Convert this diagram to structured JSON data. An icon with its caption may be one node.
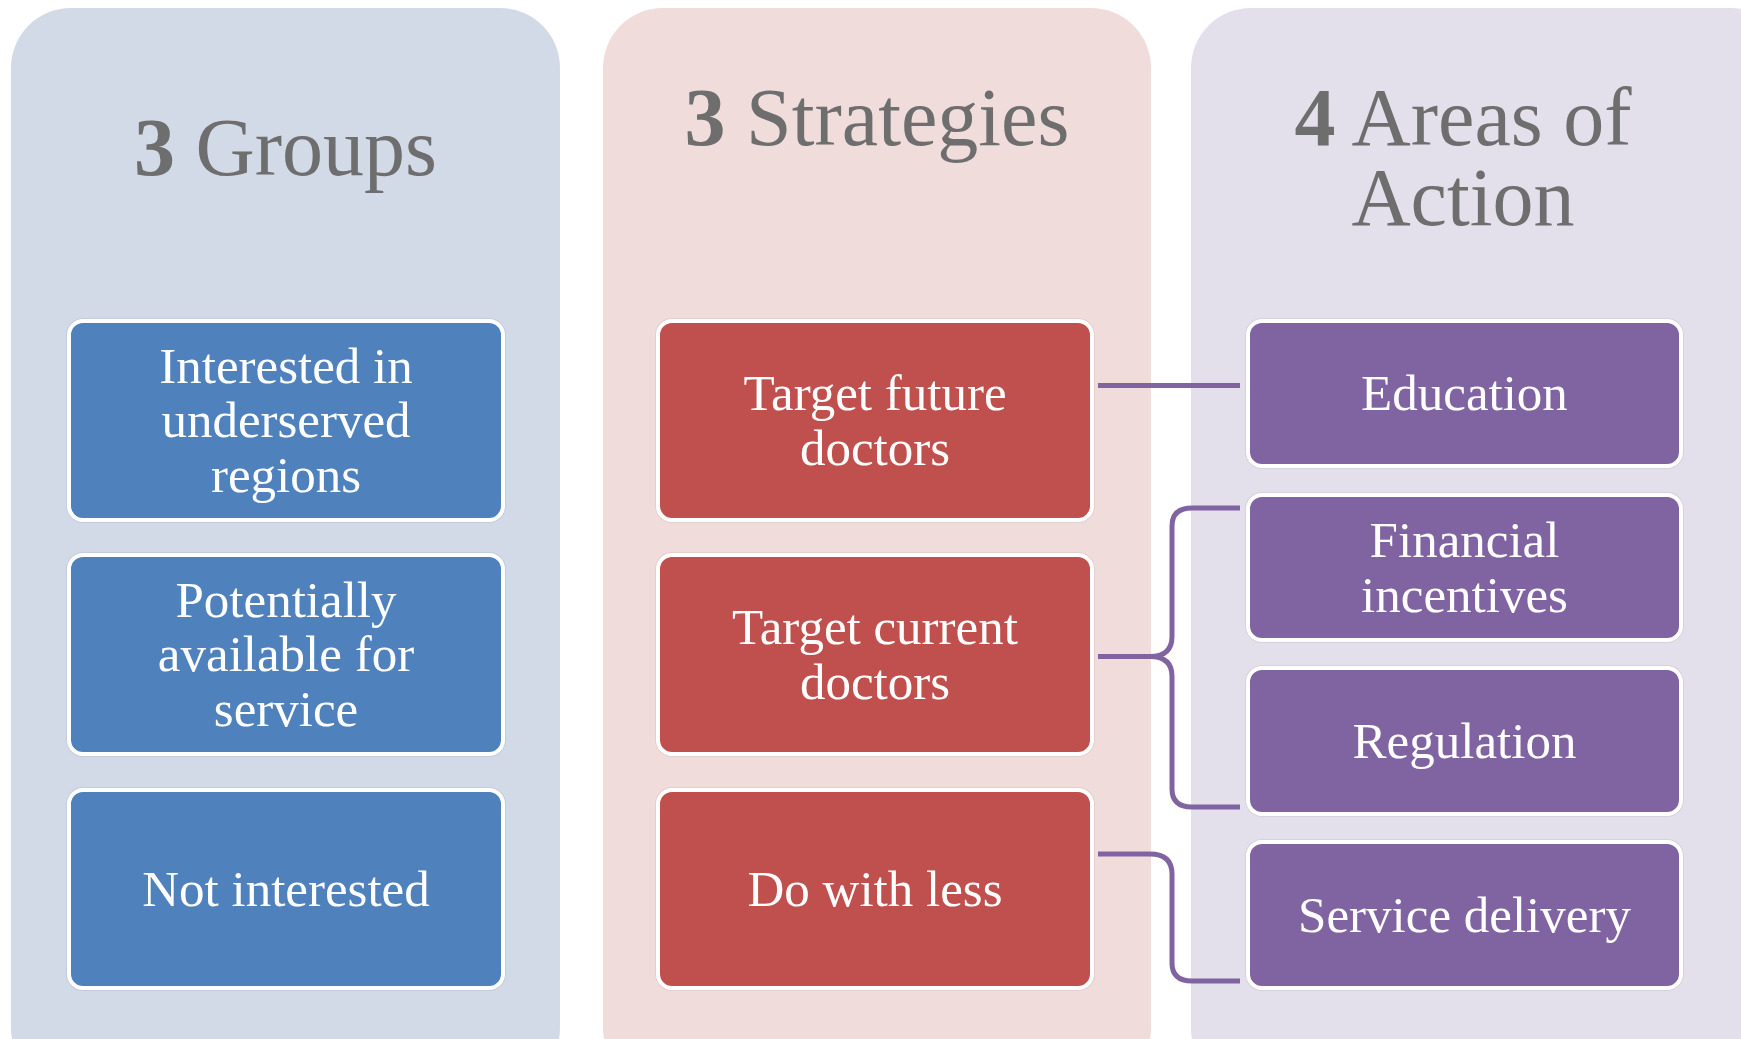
{
  "diagram": {
    "nodes": [
      {
        "text": [
          "**3** Groups"
        ]
      },
      {
        "text": [
          "Interested in underserved regions"
        ],
        "in": 0
      },
      {
        "text": [
          "Potentially available for service"
        ],
        "in": 0
      },
      {
        "text": [
          "Not interested"
        ],
        "in": 0
      },
      {
        "text": [
          "**3** Strategies"
        ]
      },
      {
        "text": [
          "Target future doctors"
        ],
        "in": 4
      },
      {
        "text": [
          "Target current doctors"
        ],
        "in": 4
      },
      {
        "text": [
          "Do with less"
        ],
        "in": 4
      },
      {
        "text": [
          "**4** Areas of Action"
        ]
      },
      {
        "text": [
          "Education"
        ],
        "in": 8
      },
      {
        "text": [
          "Financial incentives"
        ],
        "in": 8
      },
      {
        "text": [
          "Regulation"
        ],
        "in": 8
      },
      {
        "text": [
          "Service delivery"
        ],
        "in": 8
      }
    ],
    "edges": [
      {
        "from": 5,
        "to": 9,
        "arrow": "none"
      },
      {
        "from": 6,
        "to": 10,
        "arrow": "none"
      },
      {
        "from": 6,
        "to": 11,
        "arrow": "none"
      },
      {
        "from": 7,
        "to": 12,
        "arrow": "none"
      }
    ]
  }
}
